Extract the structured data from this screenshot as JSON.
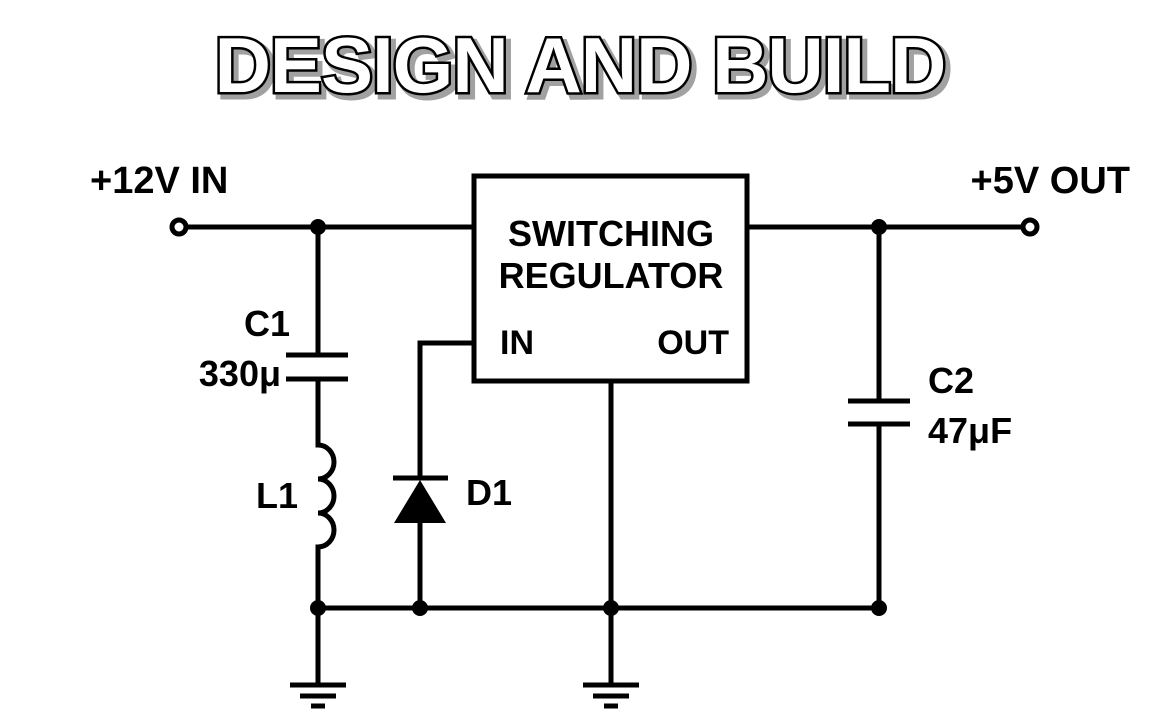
{
  "title": "DESIGN AND BUILD",
  "terminals": {
    "input_label": "+12V IN",
    "output_label": "+5V OUT"
  },
  "regulator": {
    "line1": "SWITCHING",
    "line2": "REGULATOR",
    "pin_in": "IN",
    "pin_out": "OUT"
  },
  "components": {
    "c1": {
      "name": "C1",
      "value": "330μ"
    },
    "l1": {
      "name": "L1"
    },
    "d1": {
      "name": "D1"
    },
    "c2": {
      "name": "C2",
      "value": "47μF"
    }
  },
  "ground_symbols": 2,
  "colors": {
    "ink": "#000000",
    "background": "#ffffff"
  }
}
